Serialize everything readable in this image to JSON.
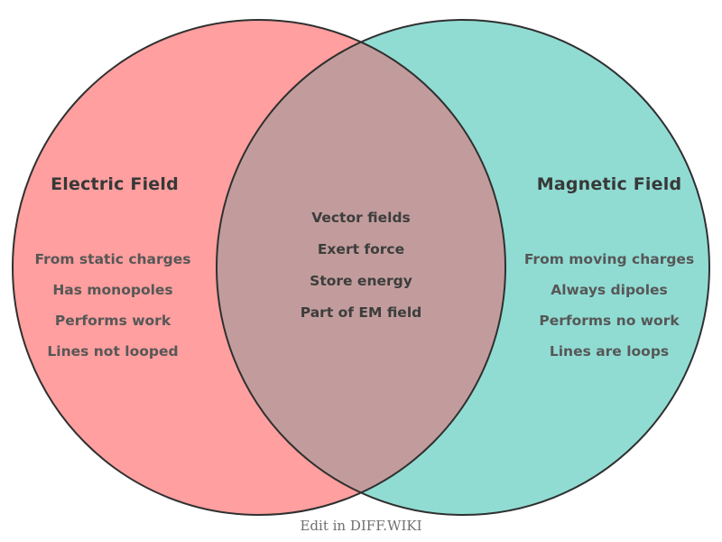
{
  "venn": {
    "left_circle": {
      "title": "Electric Field",
      "color": "#FF9F9F",
      "items": [
        "From static charges",
        "Has monopoles",
        "Performs work",
        "Lines not looped"
      ]
    },
    "right_circle": {
      "title": "Magnetic Field",
      "color": "#90DCD3",
      "items": [
        "From moving charges",
        "Always dipoles",
        "Performs no work",
        "Lines are loops"
      ]
    },
    "overlap": {
      "color": "#C29C9C",
      "items": [
        "Vector fields",
        "Exert force",
        "Store energy",
        "Part of EM field"
      ]
    },
    "outline_color": "#303030",
    "footer": "Edit in DIFF.WIKI"
  }
}
